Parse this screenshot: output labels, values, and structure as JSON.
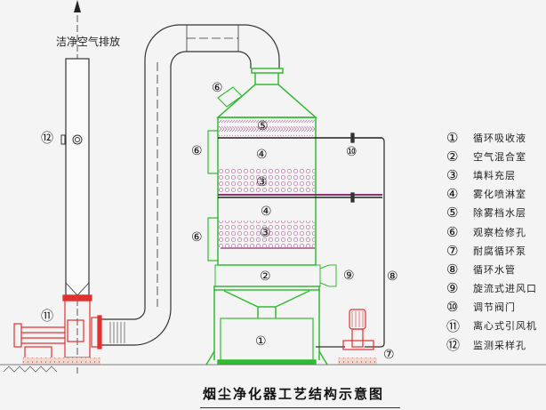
{
  "exhaust_label": "洁净空气排放",
  "title": "烟尘净化器工艺结构示意图",
  "callouts": {
    "c1": "①",
    "c2": "②",
    "c3a": "③",
    "c3b": "③",
    "c4a": "④",
    "c4b": "④",
    "c5": "⑤",
    "c6a": "⑥",
    "c6b": "⑥",
    "c6c": "⑥",
    "c7": "⑦",
    "c8": "⑧",
    "c9": "⑨",
    "c10": "⑩",
    "c11": "⑪",
    "c12": "⑫"
  },
  "legend": [
    {
      "num": "①",
      "text": "循环吸收液"
    },
    {
      "num": "②",
      "text": "空气混合室"
    },
    {
      "num": "③",
      "text": "填料充层"
    },
    {
      "num": "④",
      "text": "雾化喷淋室"
    },
    {
      "num": "⑤",
      "text": "除雾档水层"
    },
    {
      "num": "⑥",
      "text": "观察检修孔"
    },
    {
      "num": "⑦",
      "text": "耐腐循环泵"
    },
    {
      "num": "⑧",
      "text": "循环水管"
    },
    {
      "num": "⑨",
      "text": "旋流式进风口"
    },
    {
      "num": "⑩",
      "text": "调节阀门"
    },
    {
      "num": "⑪",
      "text": "离心式引风机"
    },
    {
      "num": "⑫",
      "text": "监测采样孔"
    }
  ],
  "colors": {
    "tower": "#33bb33",
    "fan": "#e03030",
    "packing": "#a0508a",
    "line": "#333333"
  }
}
